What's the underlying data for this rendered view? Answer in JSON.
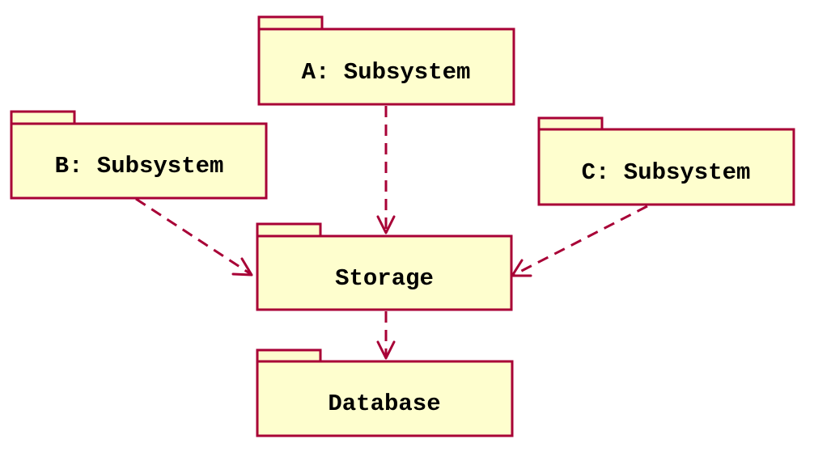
{
  "diagram": {
    "packages": {
      "a": {
        "label": "A: Subsystem"
      },
      "b": {
        "label": "B: Subsystem"
      },
      "c": {
        "label": "C: Subsystem"
      },
      "storage": {
        "label": "Storage"
      },
      "database": {
        "label": "Database"
      }
    },
    "dependencies": [
      {
        "from": "A: Subsystem",
        "to": "Storage"
      },
      {
        "from": "B: Subsystem",
        "to": "Storage"
      },
      {
        "from": "C: Subsystem",
        "to": "Storage"
      },
      {
        "from": "Storage",
        "to": "Database"
      }
    ],
    "colors": {
      "fill": "#fefece",
      "border": "#a80036",
      "text": "#000000"
    }
  }
}
